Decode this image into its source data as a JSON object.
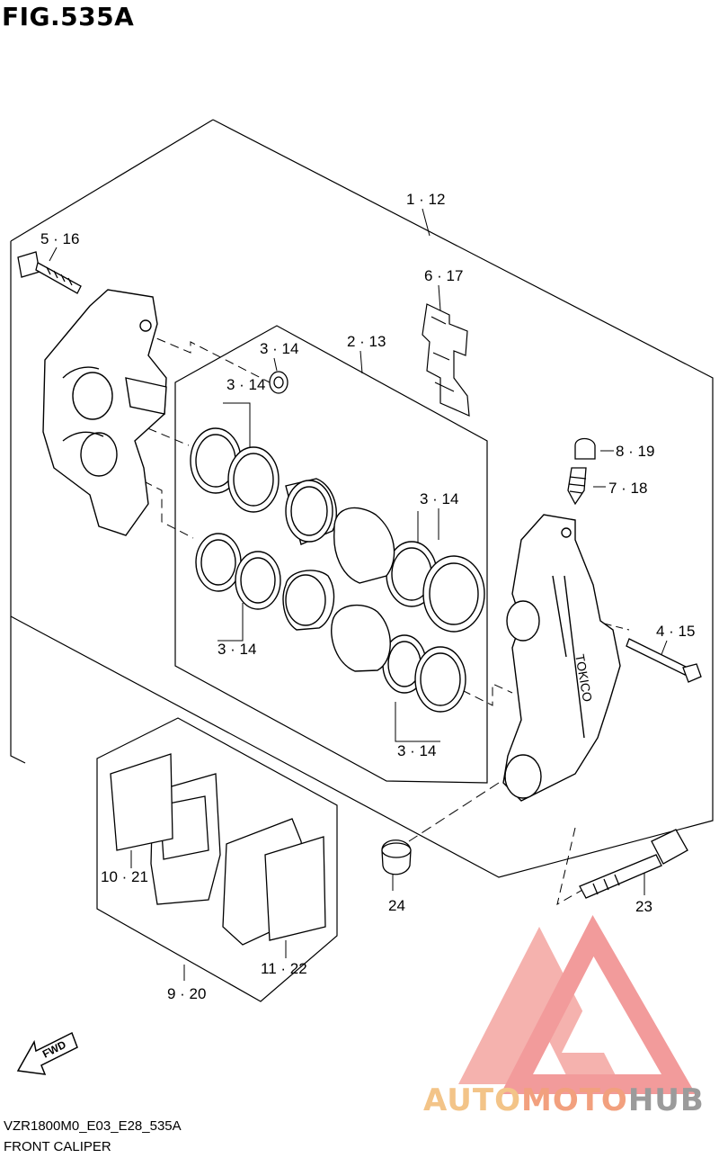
{
  "figure": {
    "title": "FIG.535A",
    "model_code": "VZR1800M0_E03_E28_535A",
    "name": "FRONT CALIPER"
  },
  "callouts": {
    "c_1_12": "1 · 12",
    "c_5_16": "5 · 16",
    "c_6_17": "6 · 17",
    "c_3_14_a": "3 · 14",
    "c_2_13": "2 · 13",
    "c_3_14_b": "3 · 14",
    "c_8_19": "8 · 19",
    "c_7_18": "7 · 18",
    "c_3_14_c": "3 · 14",
    "c_4_15": "4 · 15",
    "c_3_14_d": "3 · 14",
    "c_3_14_e": "3 · 14",
    "c_10_21": "10 · 21",
    "c_24": "24",
    "c_23": "23",
    "c_11_22": "11 · 22",
    "c_9_20": "9 · 20"
  },
  "caliper_brand": "TOKICO",
  "watermark": {
    "part1": "AUTO",
    "part2": "MOTO",
    "part3": "HUB",
    "color_auto": "#f3c488",
    "color_moto": "#f2a07e",
    "color_hub": "#9b9b9b",
    "logo_color": "#f08a8a"
  },
  "icons": {
    "fwd_arrow": "fwd-arrow-icon",
    "fwd_text": "FWD"
  }
}
